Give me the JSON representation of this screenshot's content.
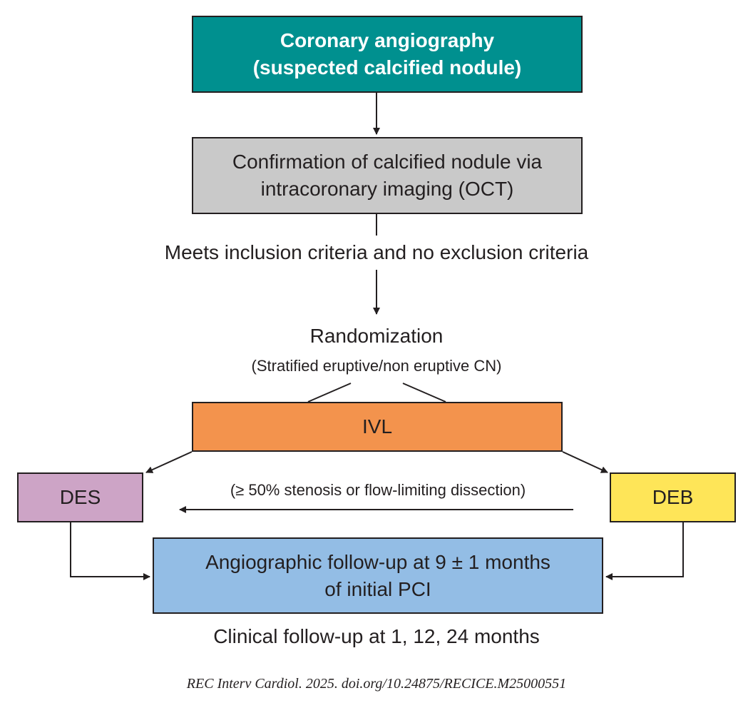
{
  "diagram": {
    "nodes": {
      "angiography": {
        "line1": "Coronary angiography",
        "line2": "(suspected calcified nodule)",
        "color": "#00908f"
      },
      "confirmation": {
        "line1": "Confirmation of calcified nodule via",
        "line2": "intracoronary imaging (OCT)",
        "color": "#c9c9c9"
      },
      "ivl": {
        "label": "IVL",
        "color": "#f3934d"
      },
      "des": {
        "label": "DES",
        "color": "#cda4c6"
      },
      "deb": {
        "label": "DEB",
        "color": "#fee558"
      },
      "followup": {
        "line1": "Angiographic follow-up at 9 ± 1 months",
        "line2": "of initial PCI",
        "color": "#93bde5"
      }
    },
    "labels": {
      "criteria": "Meets inclusion criteria and no exclusion criteria",
      "randomization": "Randomization",
      "stratified": "(Stratified eruptive/non eruptive CN)",
      "crossover": "(≥ 50% stenosis or flow-limiting dissection)",
      "clinical_followup": "Clinical follow-up at 1, 12, 24 months"
    },
    "citation": "REC Interv Cardiol. 2025. doi.org/10.24875/RECICE.M25000551"
  }
}
